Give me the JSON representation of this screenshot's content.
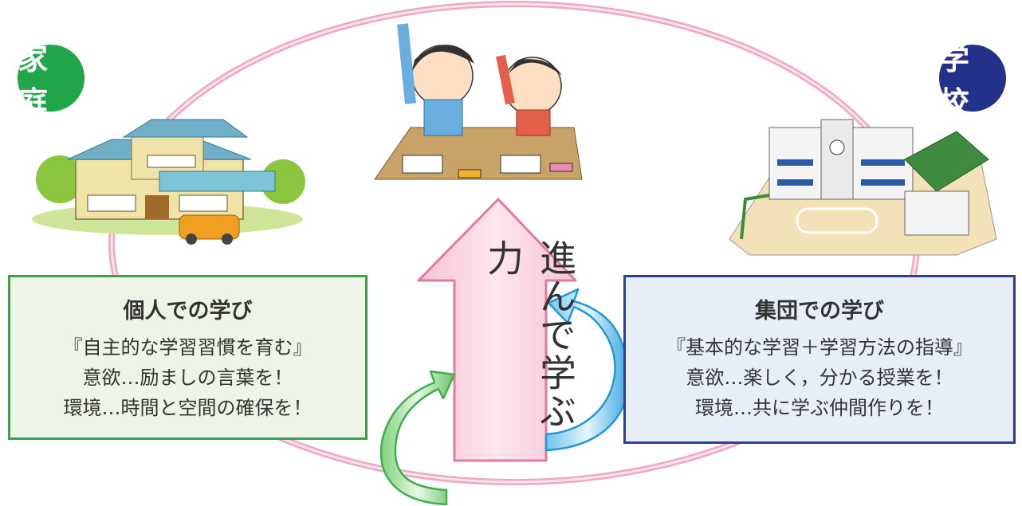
{
  "home": {
    "badge": "家 庭",
    "badge_color": "#22a64a",
    "box_title": "個人での学び",
    "lines": [
      "『自主的な学習習慣を育む』",
      "意欲…励ましの言葉を！",
      "環境…時間と空間の確保を！"
    ],
    "box_fill": "#eef5e6",
    "box_border": "#3aa04a"
  },
  "school": {
    "badge": "学 校",
    "badge_color": "#24318a",
    "box_title": "集団での学び",
    "lines": [
      "『基本的な学習＋学習方法の指導』",
      "意欲…楽しく，分かる授業を！",
      "環境…共に学ぶ仲間作りを！"
    ],
    "box_fill": "#e8eef8",
    "box_border": "#2e3f8f"
  },
  "center": {
    "arrow_text": "進んで学ぶ力",
    "arrow_fill": "#f9d3de",
    "arrow_border": "#e27aa0"
  },
  "colors": {
    "ellipse": "#eea8c4",
    "green_arrow": "#3db04a",
    "blue_arrow": "#2196d8"
  },
  "icons": [
    "house-illustration",
    "school-building-illustration",
    "students-raising-hands-illustration"
  ]
}
